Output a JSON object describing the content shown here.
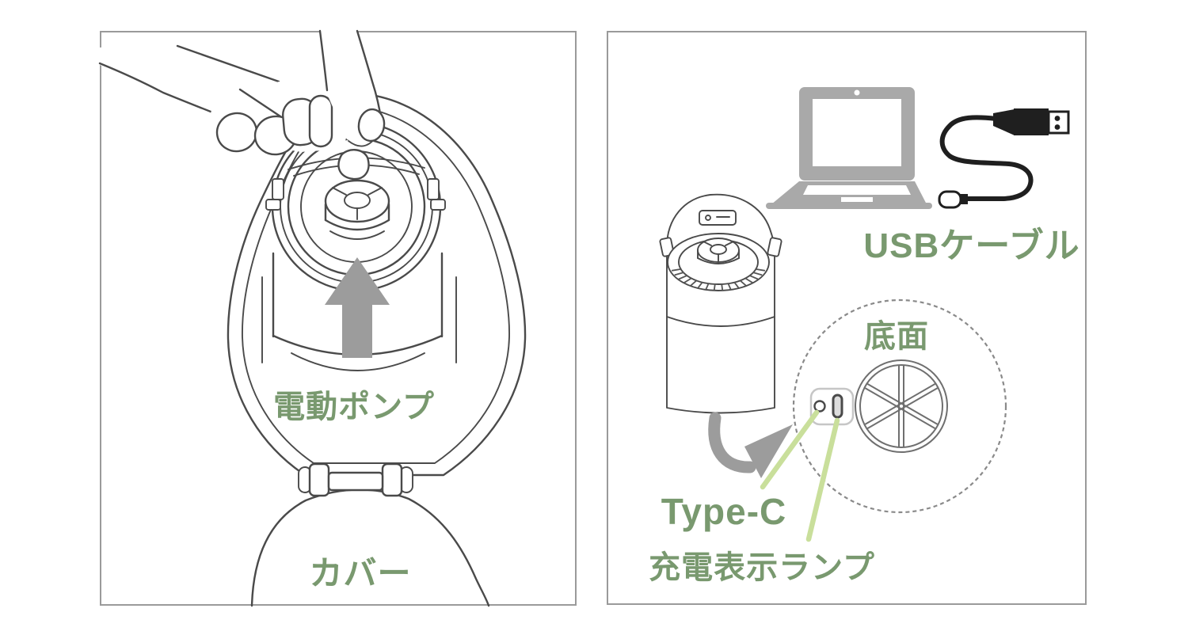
{
  "panels": {
    "left": {
      "labels": {
        "pump": "電動ポンプ",
        "cover": "カバー"
      }
    },
    "right": {
      "labels": {
        "usb_cable": "USBケーブル",
        "bottom": "底面",
        "type_c": "Type-C",
        "charge_lamp": "充電表示ランプ"
      }
    }
  },
  "colors": {
    "label-green": "#79996F",
    "leader-green": "#C9DF9B",
    "arrow-gray": "#9C9C9C",
    "line-dark": "#4A4A4A",
    "device-gray": "#A9A9A9",
    "cable-black": "#1F1F1F",
    "panel-border": "#9A9A9A",
    "plate-gray": "#C6C6C6",
    "dashed-circle-gray": "#8A8A8A",
    "wheel-gray": "#6F6F6F"
  }
}
